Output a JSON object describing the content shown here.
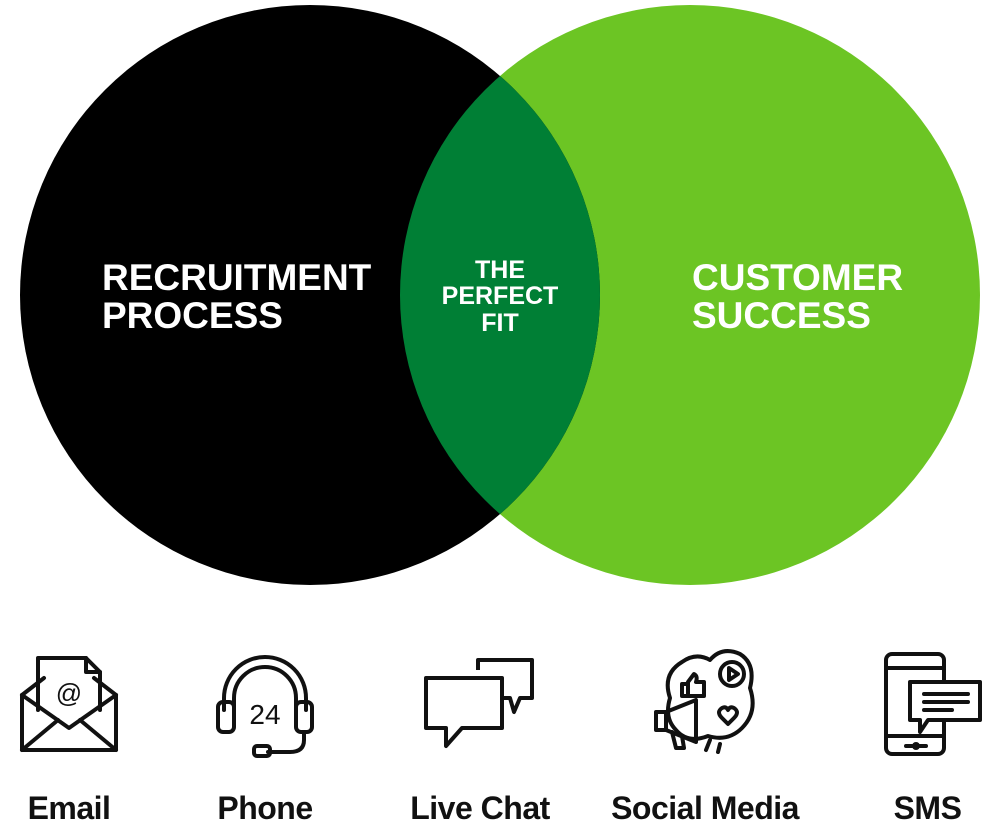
{
  "venn": {
    "left_circle": {
      "line1": "RECRUITMENT",
      "line2": "PROCESS",
      "color": "#000000"
    },
    "right_circle": {
      "line1": "CUSTOMER",
      "line2": "SUCCESS",
      "color": "#6cc524"
    },
    "overlap": {
      "line1": "THE",
      "line2": "PERFECT",
      "line3": "FIT",
      "color": "#007f35"
    }
  },
  "channels": [
    {
      "label": "Email",
      "icon": "email-icon"
    },
    {
      "label": "Phone",
      "icon": "headset-24-icon"
    },
    {
      "label": "Live Chat",
      "icon": "chat-bubbles-icon"
    },
    {
      "label": "Social Media",
      "icon": "social-media-icon"
    },
    {
      "label": "SMS",
      "icon": "sms-phone-icon"
    }
  ]
}
